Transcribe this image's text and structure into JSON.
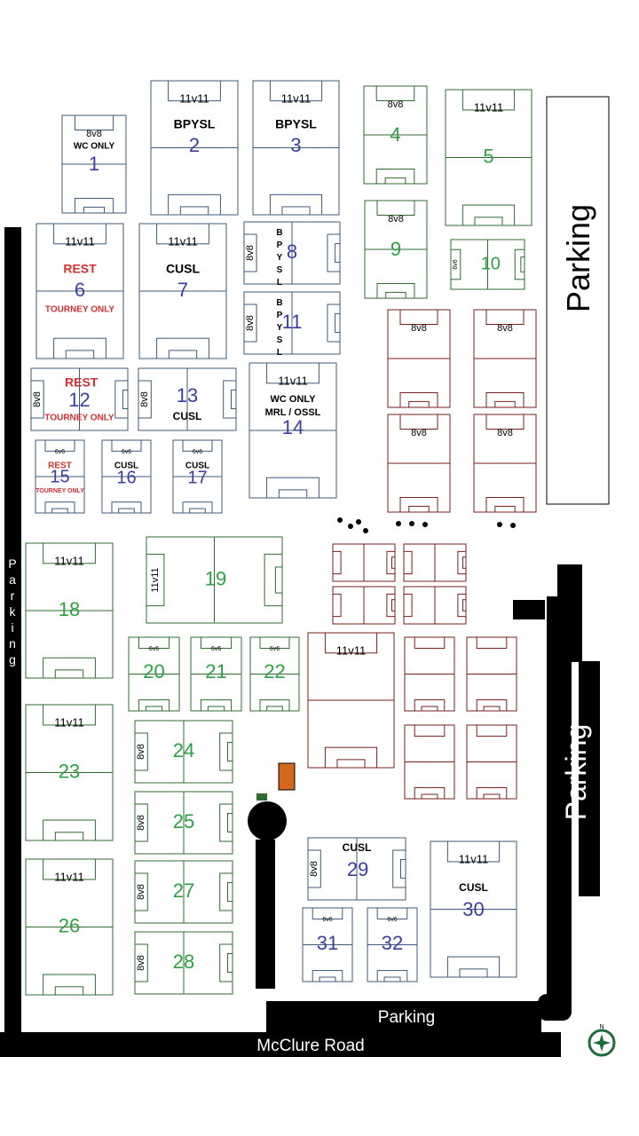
{
  "colors": {
    "blue_field": "#3d5a7a",
    "blue_text": "#3a3f9e",
    "green_field": "#2f6b2f",
    "green_text": "#2ea043",
    "red_field": "#7a1f1f",
    "red_text": "#d32f2f",
    "road": "#000000",
    "building": "#d2691e",
    "compass": "#1f6b3a"
  },
  "icons": [
    "compass-icon"
  ],
  "labels": {
    "parking_right_top": "Parking",
    "parking_left": "Parking",
    "parking_right_mid": "Parking",
    "parking_bottom": "Parking",
    "road": "McClure Road"
  },
  "fields": [
    {
      "id": "f1",
      "number": "1",
      "size": "8v8",
      "tag": "WC ONLY",
      "group": "blue"
    },
    {
      "id": "f2",
      "number": "2",
      "size": "11v11",
      "tag": "BPYSL",
      "group": "blue"
    },
    {
      "id": "f3",
      "number": "3",
      "size": "11v11",
      "tag": "BPYSL",
      "group": "blue"
    },
    {
      "id": "f4",
      "number": "4",
      "size": "8v8",
      "tag": "",
      "group": "green"
    },
    {
      "id": "f5",
      "number": "5",
      "size": "11v11",
      "tag": "",
      "group": "green"
    },
    {
      "id": "f6",
      "number": "6",
      "size": "11v11",
      "tag": "REST",
      "note": "TOURNEY ONLY",
      "group": "blue"
    },
    {
      "id": "f7",
      "number": "7",
      "size": "11v11",
      "tag": "CUSL",
      "group": "blue"
    },
    {
      "id": "f8",
      "number": "8",
      "size": "8v8",
      "tag": "B P Y S L",
      "group": "blue"
    },
    {
      "id": "f9",
      "number": "9",
      "size": "8v8",
      "tag": "",
      "group": "green"
    },
    {
      "id": "f10",
      "number": "10",
      "size": "6v6",
      "tag": "",
      "group": "green"
    },
    {
      "id": "f11",
      "number": "11",
      "size": "8v8",
      "tag": "B P Y S L",
      "group": "blue"
    },
    {
      "id": "f12",
      "number": "12",
      "size": "8v8",
      "tag": "REST",
      "note": "TOURNEY ONLY",
      "group": "blue"
    },
    {
      "id": "f13",
      "number": "13",
      "size": "8v8",
      "tag": "CUSL",
      "group": "blue"
    },
    {
      "id": "f14",
      "number": "14",
      "size": "11v11",
      "tag": "WC ONLY",
      "tag2": "MRL / OSSL",
      "group": "blue"
    },
    {
      "id": "f15",
      "number": "15",
      "size": "6v6",
      "tag": "REST",
      "note": "TOURNEY ONLY",
      "group": "blue"
    },
    {
      "id": "f16",
      "number": "16",
      "size": "6v6",
      "tag": "CUSL",
      "group": "blue"
    },
    {
      "id": "f17",
      "number": "17",
      "size": "6v6",
      "tag": "CUSL",
      "group": "blue"
    },
    {
      "id": "f18",
      "number": "18",
      "size": "11v11",
      "tag": "",
      "group": "green"
    },
    {
      "id": "f19",
      "number": "19",
      "size": "11v11",
      "tag": "",
      "group": "green"
    },
    {
      "id": "f20",
      "number": "20",
      "size": "6v6",
      "tag": "",
      "group": "green"
    },
    {
      "id": "f21",
      "number": "21",
      "size": "6v6",
      "tag": "",
      "group": "green"
    },
    {
      "id": "f22",
      "number": "22",
      "size": "6v6",
      "tag": "",
      "group": "green"
    },
    {
      "id": "f23",
      "number": "23",
      "size": "11v11",
      "tag": "",
      "group": "green"
    },
    {
      "id": "f24",
      "number": "24",
      "size": "8v8",
      "tag": "",
      "group": "green"
    },
    {
      "id": "f25",
      "number": "25",
      "size": "8v8",
      "tag": "",
      "group": "green"
    },
    {
      "id": "f26",
      "number": "26",
      "size": "11v11",
      "tag": "",
      "group": "green"
    },
    {
      "id": "f27",
      "number": "27",
      "size": "8v8",
      "tag": "",
      "group": "green"
    },
    {
      "id": "f28",
      "number": "28",
      "size": "8v8",
      "tag": "",
      "group": "green"
    },
    {
      "id": "f29",
      "number": "29",
      "size": "8v8",
      "tag": "CUSL",
      "group": "blue"
    },
    {
      "id": "f30",
      "number": "30",
      "size": "11v11",
      "tag": "CUSL",
      "group": "blue"
    },
    {
      "id": "f31",
      "number": "31",
      "size": "6v6",
      "tag": "",
      "group": "blue"
    },
    {
      "id": "f32",
      "number": "32",
      "size": "6v6",
      "tag": "",
      "group": "blue"
    },
    {
      "id": "r1",
      "number": "",
      "size": "8v8",
      "tag": "",
      "group": "red"
    },
    {
      "id": "r2",
      "number": "",
      "size": "8v8",
      "tag": "",
      "group": "red"
    },
    {
      "id": "r3",
      "number": "",
      "size": "8v8",
      "tag": "",
      "group": "red"
    },
    {
      "id": "r4",
      "number": "",
      "size": "8v8",
      "tag": "",
      "group": "red"
    },
    {
      "id": "r5",
      "number": "",
      "size": "",
      "tag": "",
      "group": "red"
    },
    {
      "id": "r6",
      "number": "",
      "size": "",
      "tag": "",
      "group": "red"
    },
    {
      "id": "r7",
      "number": "",
      "size": "",
      "tag": "",
      "group": "red"
    },
    {
      "id": "r8",
      "number": "",
      "size": "",
      "tag": "",
      "group": "red"
    },
    {
      "id": "r9",
      "number": "",
      "size": "11v11",
      "tag": "",
      "group": "red"
    },
    {
      "id": "r10",
      "number": "",
      "size": "",
      "tag": "",
      "group": "red"
    },
    {
      "id": "r11",
      "number": "",
      "size": "",
      "tag": "",
      "group": "red"
    },
    {
      "id": "r12",
      "number": "",
      "size": "",
      "tag": "",
      "group": "red"
    },
    {
      "id": "r13",
      "number": "",
      "size": "",
      "tag": "",
      "group": "red"
    }
  ]
}
